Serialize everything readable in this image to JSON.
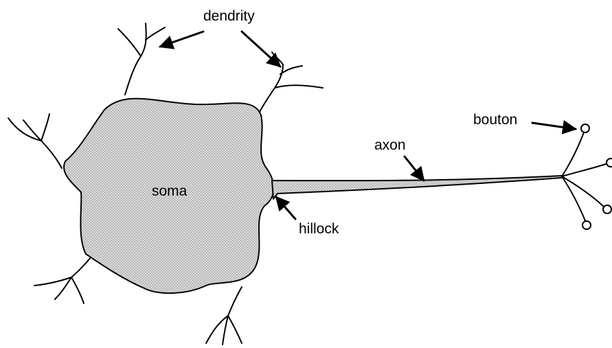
{
  "labels": {
    "dendrity": "dendrity",
    "bouton": "bouton",
    "axon": "axon",
    "soma": "soma",
    "hillock": "hillock"
  },
  "colors": {
    "stroke": "#000000",
    "soma_fill": "#cfcfcf",
    "background": "#ffffff"
  }
}
